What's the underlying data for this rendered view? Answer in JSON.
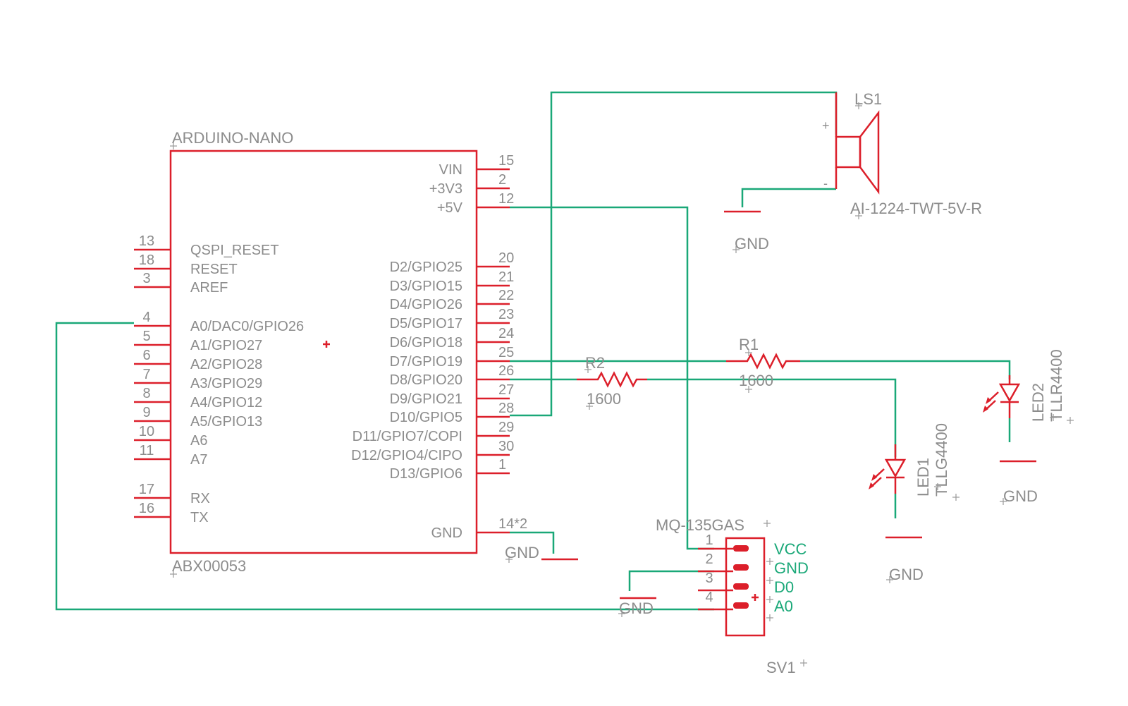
{
  "colors": {
    "symbol": "#dc1f2a",
    "wire": "#1aa878",
    "label": "#8c8c8c",
    "signal": "#1aa878",
    "background": "#ffffff"
  },
  "nano": {
    "name": "ARDUINO-NANO",
    "value": "ABX00053",
    "left_pins": [
      {
        "num": "13",
        "label": "QSPI_RESET"
      },
      {
        "num": "18",
        "label": "RESET"
      },
      {
        "num": "3",
        "label": "AREF"
      },
      {
        "num": "4",
        "label": "A0/DAC0/GPIO26"
      },
      {
        "num": "5",
        "label": "A1/GPIO27"
      },
      {
        "num": "6",
        "label": "A2/GPIO28"
      },
      {
        "num": "7",
        "label": "A3/GPIO29"
      },
      {
        "num": "8",
        "label": "A4/GPIO12"
      },
      {
        "num": "9",
        "label": "A5/GPIO13"
      },
      {
        "num": "10",
        "label": "A6"
      },
      {
        "num": "11",
        "label": "A7"
      },
      {
        "num": "17",
        "label": "RX"
      },
      {
        "num": "16",
        "label": "TX"
      }
    ],
    "right_pins": [
      {
        "num": "15",
        "label": "VIN"
      },
      {
        "num": "2",
        "label": "+3V3"
      },
      {
        "num": "12",
        "label": "+5V"
      },
      {
        "num": "20",
        "label": "D2/GPIO25"
      },
      {
        "num": "21",
        "label": "D3/GPIO15"
      },
      {
        "num": "22",
        "label": "D4/GPIO26"
      },
      {
        "num": "23",
        "label": "D5/GPIO17"
      },
      {
        "num": "24",
        "label": "D6/GPIO18"
      },
      {
        "num": "25",
        "label": "D7/GPIO19"
      },
      {
        "num": "26",
        "label": "D8/GPIO20"
      },
      {
        "num": "27",
        "label": "D9/GPIO21"
      },
      {
        "num": "28",
        "label": "D10/GPIO5"
      },
      {
        "num": "29",
        "label": "D11/GPIO7/COPI"
      },
      {
        "num": "30",
        "label": "D12/GPIO4/CIPO"
      },
      {
        "num": "1",
        "label": "D13/GPIO6"
      },
      {
        "num": "14*2",
        "label": "GND"
      }
    ]
  },
  "speaker": {
    "name": "LS1",
    "value": "AI-1224-TWT-5V-R",
    "plus": "+",
    "minus": "-"
  },
  "r1": {
    "name": "R1",
    "value": "1600"
  },
  "r2": {
    "name": "R2",
    "value": "1600"
  },
  "led1": {
    "name": "LED1",
    "value": "TLLG4400"
  },
  "led2": {
    "name": "LED2",
    "value": "TLLR4400"
  },
  "sv1": {
    "name": "SV1",
    "value": "MQ-135GAS",
    "pins": [
      {
        "num": "1",
        "signal": "VCC"
      },
      {
        "num": "2",
        "signal": "GND"
      },
      {
        "num": "3",
        "signal": "D0"
      },
      {
        "num": "4",
        "signal": "A0"
      }
    ]
  },
  "gnd_label": "GND"
}
